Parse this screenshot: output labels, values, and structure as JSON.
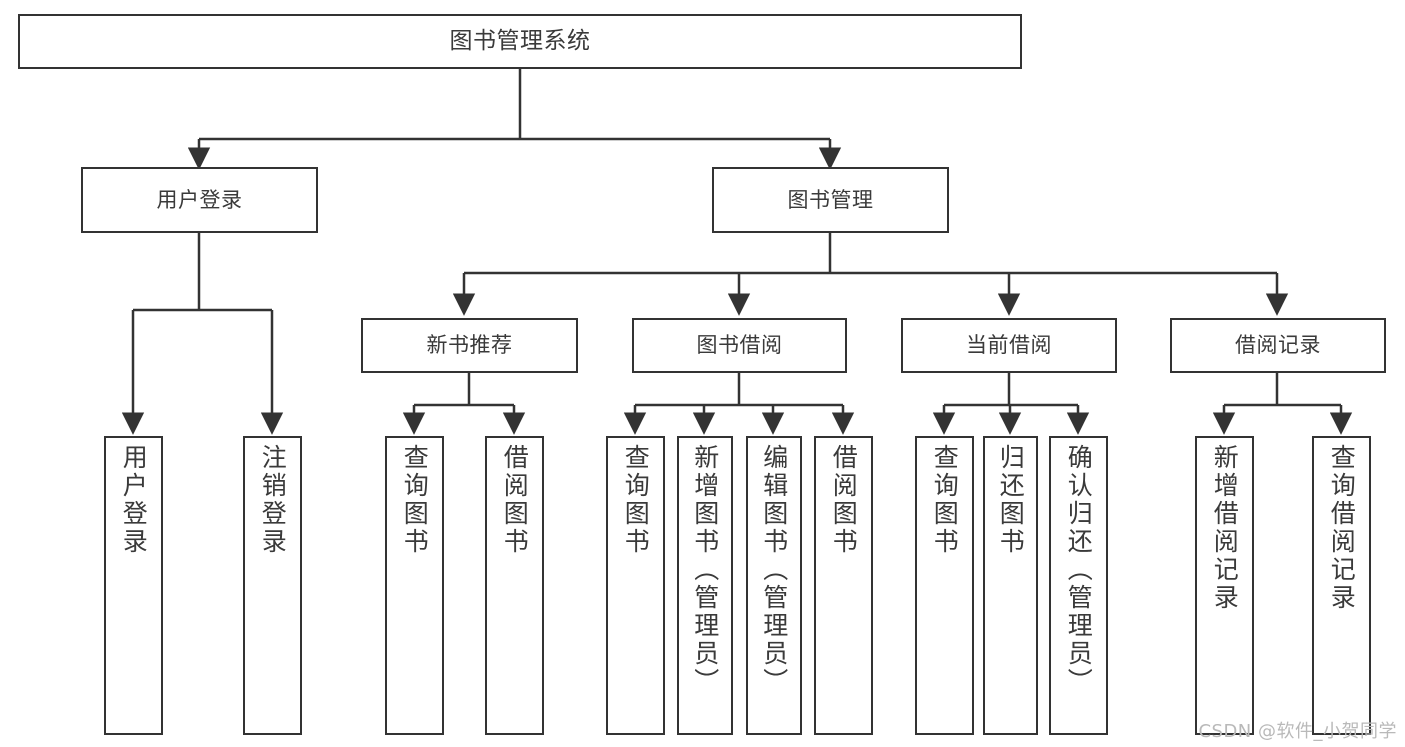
{
  "diagram": {
    "title": "图书管理系统",
    "type": "tree",
    "watermark": "CSDN @软件_小贺同学",
    "colors": {
      "stroke": "#333333",
      "background": "#ffffff",
      "text": "#3a3a3a",
      "watermark": "#b9b9b9"
    },
    "root": {
      "label": "图书管理系统"
    },
    "level1": [
      {
        "label": "用户登录"
      },
      {
        "label": "图书管理"
      }
    ],
    "level2": [
      {
        "label": "新书推荐"
      },
      {
        "label": "图书借阅"
      },
      {
        "label": "当前借阅"
      },
      {
        "label": "借阅记录"
      }
    ],
    "leaves": {
      "user_login": [
        {
          "label": "用户登录"
        },
        {
          "label": "注销登录"
        }
      ],
      "new_book": [
        {
          "label": "查询图书"
        },
        {
          "label": "借阅图书"
        }
      ],
      "book_borrow": [
        {
          "label": "查询图书"
        },
        {
          "label": "新增图书（管理员）"
        },
        {
          "label": "编辑图书（管理员）"
        },
        {
          "label": "借阅图书"
        }
      ],
      "current_borrow": [
        {
          "label": "查询图书"
        },
        {
          "label": "归还图书"
        },
        {
          "label": "确认归还（管理员）"
        }
      ],
      "borrow_record": [
        {
          "label": "新增借阅记录"
        },
        {
          "label": "查询借阅记录"
        }
      ]
    }
  }
}
